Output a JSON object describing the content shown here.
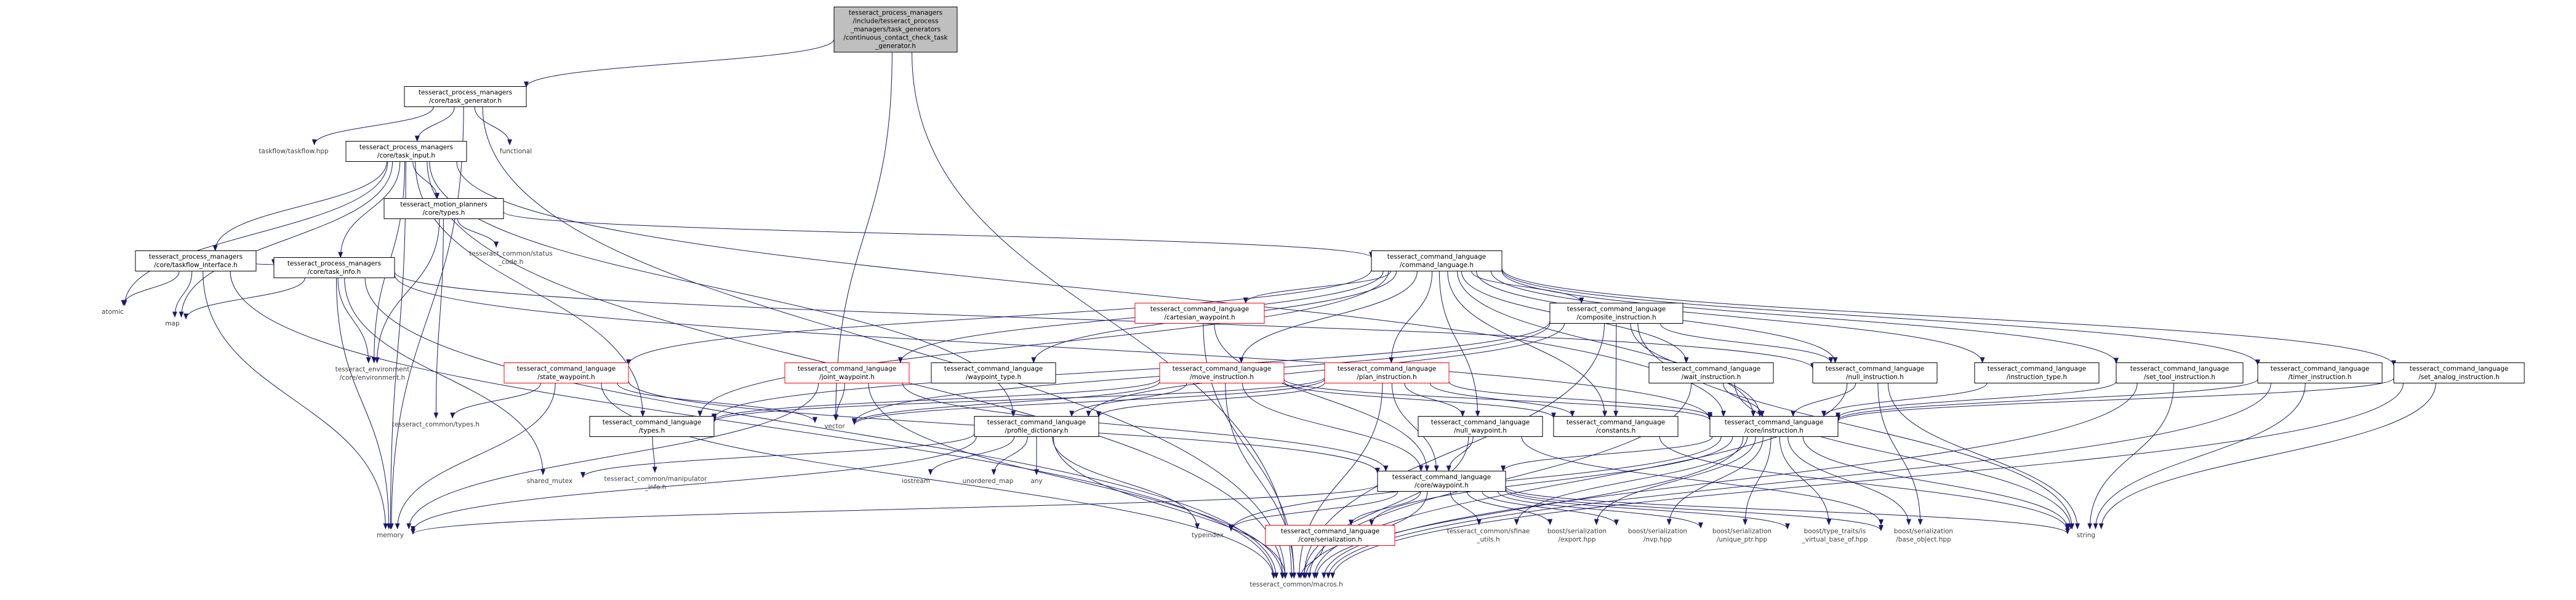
{
  "colors": {
    "root_fill": "#bfbfbf",
    "node_fill": "#ffffff",
    "node_stroke": "#000000",
    "missing_stroke": "#ff0000",
    "external_text": "#3f3f3f",
    "edge": "#191970"
  },
  "nodes": [
    {
      "id": "root",
      "kind": "root",
      "lines": [
        "tesseract_process_managers",
        "/include/tesseract_process",
        "_managers/task_generators",
        "/continuous_contact_check_task",
        "_generator.h"
      ]
    },
    {
      "id": "task_generator",
      "kind": "box",
      "lines": [
        "tesseract_process_managers",
        "/core/task_generator.h"
      ]
    },
    {
      "id": "taskflow_hpp",
      "kind": "text",
      "lines": [
        "taskflow/taskflow.hpp"
      ]
    },
    {
      "id": "functional",
      "kind": "text",
      "lines": [
        "functional"
      ]
    },
    {
      "id": "task_input",
      "kind": "box",
      "lines": [
        "tesseract_process_managers",
        "/core/task_input.h"
      ]
    },
    {
      "id": "mp_types",
      "kind": "box",
      "lines": [
        "tesseract_motion_planners",
        "/core/types.h"
      ]
    },
    {
      "id": "status_code",
      "kind": "text",
      "lines": [
        "tesseract_common/status",
        "_code.h"
      ]
    },
    {
      "id": "taskflow_interface",
      "kind": "box",
      "lines": [
        "tesseract_process_managers",
        "/core/taskflow_interface.h"
      ]
    },
    {
      "id": "atomic",
      "kind": "text",
      "lines": [
        "atomic"
      ]
    },
    {
      "id": "task_info",
      "kind": "box",
      "lines": [
        "tesseract_process_managers",
        "/core/task_info.h"
      ]
    },
    {
      "id": "map",
      "kind": "text",
      "lines": [
        "map"
      ]
    },
    {
      "id": "env",
      "kind": "text",
      "lines": [
        "tesseract_environment",
        "/core/environment.h"
      ]
    },
    {
      "id": "common_types",
      "kind": "text",
      "lines": [
        "tesseract_common/types.h"
      ]
    },
    {
      "id": "shared_mutex",
      "kind": "text",
      "lines": [
        "shared_mutex"
      ]
    },
    {
      "id": "memory",
      "kind": "text",
      "lines": [
        "memory"
      ]
    },
    {
      "id": "macros",
      "kind": "text",
      "lines": [
        "tesseract_common/macros.h"
      ]
    },
    {
      "id": "command_language",
      "kind": "box",
      "lines": [
        "tesseract_command_language",
        "/command_language.h"
      ]
    },
    {
      "id": "cartesian_waypoint",
      "kind": "missing",
      "lines": [
        "tesseract_command_language",
        "/cartesian_waypoint.h"
      ]
    },
    {
      "id": "composite_instruction",
      "kind": "box",
      "lines": [
        "tesseract_command_language",
        "/composite_instruction.h"
      ]
    },
    {
      "id": "state_waypoint",
      "kind": "missing",
      "lines": [
        "tesseract_command_language",
        "/state_waypoint.h"
      ]
    },
    {
      "id": "joint_waypoint",
      "kind": "missing",
      "lines": [
        "tesseract_command_language",
        "/joint_waypoint.h"
      ]
    },
    {
      "id": "waypoint_type",
      "kind": "box",
      "lines": [
        "tesseract_command_language",
        "/waypoint_type.h"
      ]
    },
    {
      "id": "move_instruction",
      "kind": "missing",
      "lines": [
        "tesseract_command_language",
        "/move_instruction.h"
      ]
    },
    {
      "id": "plan_instruction",
      "kind": "missing",
      "lines": [
        "tesseract_command_language",
        "/plan_instruction.h"
      ]
    },
    {
      "id": "wait_instruction",
      "kind": "box",
      "lines": [
        "tesseract_command_language",
        "/wait_instruction.h"
      ]
    },
    {
      "id": "null_instruction",
      "kind": "box",
      "lines": [
        "tesseract_command_language",
        "/null_instruction.h"
      ]
    },
    {
      "id": "instruction_type",
      "kind": "box",
      "lines": [
        "tesseract_command_language",
        "/instruction_type.h"
      ]
    },
    {
      "id": "set_tool_instruction",
      "kind": "box",
      "lines": [
        "tesseract_command_language",
        "/set_tool_instruction.h"
      ]
    },
    {
      "id": "timer_instruction",
      "kind": "box",
      "lines": [
        "tesseract_command_language",
        "/timer_instruction.h"
      ]
    },
    {
      "id": "set_analog_instruction",
      "kind": "box",
      "lines": [
        "tesseract_command_language",
        "/set_analog_instruction.h"
      ]
    },
    {
      "id": "vector",
      "kind": "text",
      "lines": [
        "vector"
      ]
    },
    {
      "id": "cl_types",
      "kind": "box",
      "lines": [
        "tesseract_command_language",
        "/types.h"
      ]
    },
    {
      "id": "manipulator_info",
      "kind": "text",
      "lines": [
        "tesseract_common/manipulator",
        "_info.h"
      ]
    },
    {
      "id": "profile_dictionary",
      "kind": "box",
      "lines": [
        "tesseract_command_language",
        "/profile_dictionary.h"
      ]
    },
    {
      "id": "iostream",
      "kind": "text",
      "lines": [
        "iostream"
      ]
    },
    {
      "id": "unordered_map",
      "kind": "text",
      "lines": [
        "unordered_map"
      ]
    },
    {
      "id": "any",
      "kind": "text",
      "lines": [
        "any"
      ]
    },
    {
      "id": "null_waypoint",
      "kind": "box",
      "lines": [
        "tesseract_command_language",
        "/null_waypoint.h"
      ]
    },
    {
      "id": "constants",
      "kind": "box",
      "lines": [
        "tesseract_command_language",
        "/constants.h"
      ]
    },
    {
      "id": "instruction",
      "kind": "box",
      "lines": [
        "tesseract_command_language",
        "/core/instruction.h"
      ]
    },
    {
      "id": "waypoint",
      "kind": "box",
      "lines": [
        "tesseract_command_language",
        "/core/waypoint.h"
      ]
    },
    {
      "id": "typeindex",
      "kind": "text",
      "lines": [
        "typeindex"
      ]
    },
    {
      "id": "serialization",
      "kind": "missing",
      "lines": [
        "tesseract_command_language",
        "/core/serialization.h"
      ]
    },
    {
      "id": "sfinae",
      "kind": "text",
      "lines": [
        "tesseract_common/sfinae",
        "_utils.h"
      ]
    },
    {
      "id": "boost_export",
      "kind": "text",
      "lines": [
        "boost/serialization",
        "/export.hpp"
      ]
    },
    {
      "id": "boost_nvp",
      "kind": "text",
      "lines": [
        "boost/serialization",
        "/nvp.hpp"
      ]
    },
    {
      "id": "boost_unique_ptr",
      "kind": "text",
      "lines": [
        "boost/serialization",
        "/unique_ptr.hpp"
      ]
    },
    {
      "id": "boost_virtual",
      "kind": "text",
      "lines": [
        "boost/type_traits/is",
        "_virtual_base_of.hpp"
      ]
    },
    {
      "id": "boost_base_object",
      "kind": "text",
      "lines": [
        "boost/serialization",
        "/base_object.hpp"
      ]
    },
    {
      "id": "string",
      "kind": "text",
      "lines": [
        "string"
      ]
    }
  ],
  "edges": [
    [
      "root",
      "task_generator"
    ],
    [
      "root",
      "vector"
    ],
    [
      "root",
      "macros"
    ],
    [
      "task_generator",
      "taskflow_hpp"
    ],
    [
      "task_generator",
      "functional"
    ],
    [
      "task_generator",
      "task_input"
    ],
    [
      "task_generator",
      "memory"
    ],
    [
      "task_generator",
      "macros"
    ],
    [
      "task_input",
      "mp_types"
    ],
    [
      "task_input",
      "taskflow_interface"
    ],
    [
      "task_input",
      "task_info"
    ],
    [
      "task_input",
      "atomic"
    ],
    [
      "task_input",
      "map"
    ],
    [
      "task_input",
      "env"
    ],
    [
      "task_input",
      "memory"
    ],
    [
      "task_input",
      "cl_types"
    ],
    [
      "task_input",
      "profile_dictionary"
    ],
    [
      "task_input",
      "instruction"
    ],
    [
      "task_input",
      "macros"
    ],
    [
      "mp_types",
      "command_language"
    ],
    [
      "mp_types",
      "status_code"
    ],
    [
      "mp_types",
      "env"
    ],
    [
      "mp_types",
      "common_types"
    ],
    [
      "taskflow_interface",
      "task_info"
    ],
    [
      "taskflow_interface",
      "atomic"
    ],
    [
      "taskflow_interface",
      "map"
    ],
    [
      "taskflow_interface",
      "memory"
    ],
    [
      "taskflow_interface",
      "macros"
    ],
    [
      "task_info",
      "map"
    ],
    [
      "task_info",
      "env"
    ],
    [
      "task_info",
      "shared_mutex"
    ],
    [
      "task_info",
      "memory"
    ],
    [
      "task_info",
      "macros"
    ],
    [
      "task_info",
      "instruction"
    ],
    [
      "task_info",
      "null_instruction"
    ],
    [
      "command_language",
      "cartesian_waypoint"
    ],
    [
      "command_language",
      "composite_instruction"
    ],
    [
      "command_language",
      "state_waypoint"
    ],
    [
      "command_language",
      "joint_waypoint"
    ],
    [
      "command_language",
      "waypoint_type"
    ],
    [
      "command_language",
      "move_instruction"
    ],
    [
      "command_language",
      "plan_instruction"
    ],
    [
      "command_language",
      "wait_instruction"
    ],
    [
      "command_language",
      "null_instruction"
    ],
    [
      "command_language",
      "instruction_type"
    ],
    [
      "command_language",
      "set_tool_instruction"
    ],
    [
      "command_language",
      "timer_instruction"
    ],
    [
      "command_language",
      "set_analog_instruction"
    ],
    [
      "command_language",
      "null_waypoint"
    ],
    [
      "command_language",
      "constants"
    ],
    [
      "command_language",
      "cl_types"
    ],
    [
      "command_language",
      "instruction"
    ],
    [
      "cartesian_waypoint",
      "waypoint"
    ],
    [
      "cartesian_waypoint",
      "macros"
    ],
    [
      "composite_instruction",
      "instruction"
    ],
    [
      "composite_instruction",
      "null_instruction"
    ],
    [
      "composite_instruction",
      "cl_types"
    ],
    [
      "composite_instruction",
      "constants"
    ],
    [
      "composite_instruction",
      "profile_dictionary"
    ],
    [
      "composite_instruction",
      "vector"
    ],
    [
      "composite_instruction",
      "string"
    ],
    [
      "composite_instruction",
      "macros"
    ],
    [
      "state_waypoint",
      "waypoint"
    ],
    [
      "state_waypoint",
      "common_types"
    ],
    [
      "state_waypoint",
      "vector"
    ],
    [
      "state_waypoint",
      "memory"
    ],
    [
      "state_waypoint",
      "macros"
    ],
    [
      "joint_waypoint",
      "waypoint"
    ],
    [
      "joint_waypoint",
      "vector"
    ],
    [
      "joint_waypoint",
      "memory"
    ],
    [
      "joint_waypoint",
      "macros"
    ],
    [
      "move_instruction",
      "instruction"
    ],
    [
      "move_instruction",
      "waypoint"
    ],
    [
      "move_instruction",
      "cl_types"
    ],
    [
      "move_instruction",
      "constants"
    ],
    [
      "move_instruction",
      "profile_dictionary"
    ],
    [
      "move_instruction",
      "vector"
    ],
    [
      "move_instruction",
      "macros"
    ],
    [
      "plan_instruction",
      "instruction"
    ],
    [
      "plan_instruction",
      "waypoint"
    ],
    [
      "plan_instruction",
      "null_waypoint"
    ],
    [
      "plan_instruction",
      "cl_types"
    ],
    [
      "plan_instruction",
      "constants"
    ],
    [
      "plan_instruction",
      "profile_dictionary"
    ],
    [
      "plan_instruction",
      "vector"
    ],
    [
      "plan_instruction",
      "macros"
    ],
    [
      "wait_instruction",
      "instruction"
    ],
    [
      "wait_instruction",
      "string"
    ],
    [
      "wait_instruction",
      "macros"
    ],
    [
      "null_instruction",
      "instruction"
    ],
    [
      "null_instruction",
      "string"
    ],
    [
      "null_instruction",
      "macros"
    ],
    [
      "null_instruction",
      "boost_base_object"
    ],
    [
      "instruction_type",
      "instruction"
    ],
    [
      "set_tool_instruction",
      "instruction"
    ],
    [
      "set_tool_instruction",
      "string"
    ],
    [
      "set_tool_instruction",
      "macros"
    ],
    [
      "timer_instruction",
      "instruction"
    ],
    [
      "timer_instruction",
      "string"
    ],
    [
      "timer_instruction",
      "macros"
    ],
    [
      "set_analog_instruction",
      "instruction"
    ],
    [
      "set_analog_instruction",
      "string"
    ],
    [
      "set_analog_instruction",
      "macros"
    ],
    [
      "cl_types",
      "manipulator_info"
    ],
    [
      "profile_dictionary",
      "shared_mutex"
    ],
    [
      "profile_dictionary",
      "memory"
    ],
    [
      "profile_dictionary",
      "iostream"
    ],
    [
      "profile_dictionary",
      "unordered_map"
    ],
    [
      "profile_dictionary",
      "any"
    ],
    [
      "profile_dictionary",
      "typeindex"
    ],
    [
      "profile_dictionary",
      "macros"
    ],
    [
      "null_waypoint",
      "waypoint"
    ],
    [
      "null_waypoint",
      "macros"
    ],
    [
      "null_waypoint",
      "boost_base_object"
    ],
    [
      "constants",
      "string"
    ],
    [
      "instruction",
      "waypoint"
    ],
    [
      "instruction",
      "typeindex"
    ],
    [
      "instruction",
      "serialization"
    ],
    [
      "instruction",
      "sfinae"
    ],
    [
      "instruction",
      "boost_export"
    ],
    [
      "instruction",
      "boost_nvp"
    ],
    [
      "instruction",
      "boost_unique_ptr"
    ],
    [
      "instruction",
      "boost_virtual"
    ],
    [
      "instruction",
      "boost_base_object"
    ],
    [
      "instruction",
      "string"
    ],
    [
      "instruction",
      "macros"
    ],
    [
      "waypoint",
      "memory"
    ],
    [
      "waypoint",
      "typeindex"
    ],
    [
      "waypoint",
      "serialization"
    ],
    [
      "waypoint",
      "sfinae"
    ],
    [
      "waypoint",
      "boost_export"
    ],
    [
      "waypoint",
      "boost_nvp"
    ],
    [
      "waypoint",
      "boost_unique_ptr"
    ],
    [
      "waypoint",
      "boost_virtual"
    ],
    [
      "waypoint",
      "boost_base_object"
    ],
    [
      "waypoint",
      "string"
    ],
    [
      "waypoint",
      "macros"
    ],
    [
      "serialization",
      "macros"
    ]
  ]
}
